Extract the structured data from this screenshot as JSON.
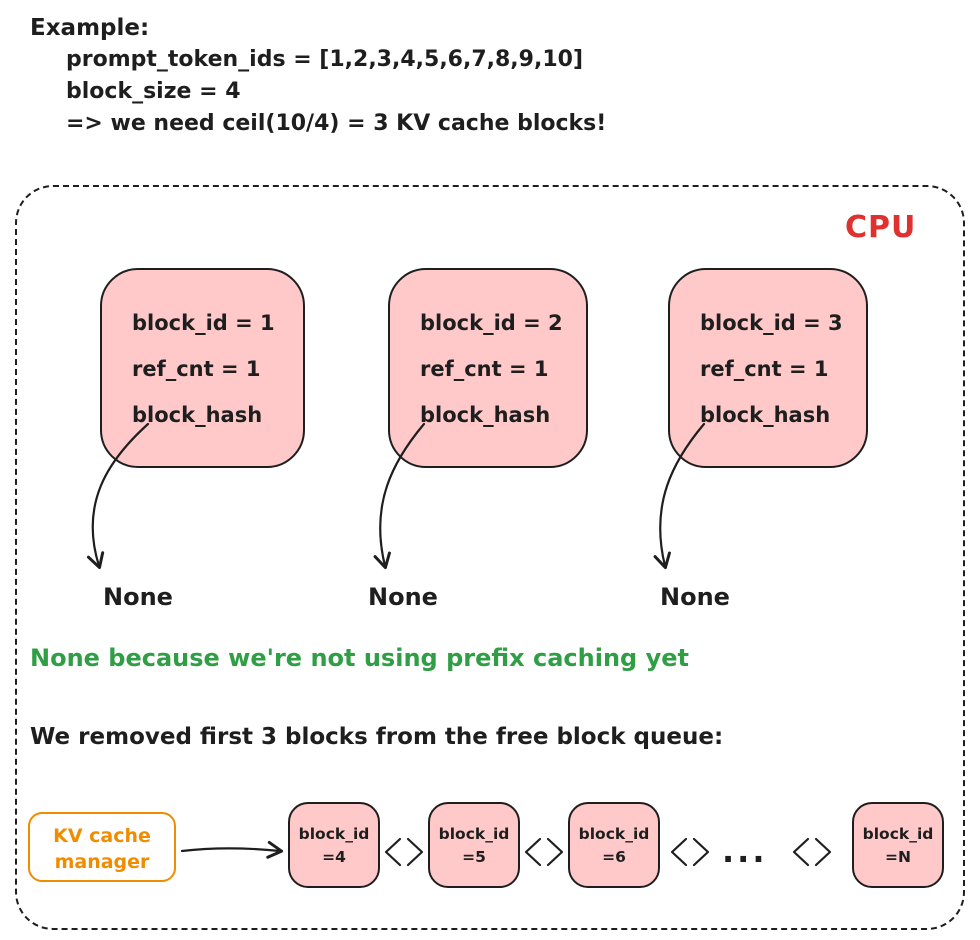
{
  "example": {
    "title": "Example:",
    "lines": [
      "prompt_token_ids = [1,2,3,4,5,6,7,8,9,10]",
      "block_size = 4",
      "=> we need ceil(10/4) = 3 KV cache blocks!"
    ]
  },
  "cpu": {
    "label": "CPU"
  },
  "blocks": [
    {
      "line1": "block_id = 1",
      "line2": "ref_cnt = 1",
      "line3": "block_hash",
      "pointer": "None"
    },
    {
      "line1": "block_id = 2",
      "line2": "ref_cnt = 1",
      "line3": "block_hash",
      "pointer": "None"
    },
    {
      "line1": "block_id = 3",
      "line2": "ref_cnt = 1",
      "line3": "block_hash",
      "pointer": "None"
    }
  ],
  "notes": {
    "prefix_note": "None because we're not using prefix caching yet",
    "queue_note": "We removed first 3 blocks from the free block queue:"
  },
  "queue": {
    "manager": {
      "line1": "KV cache",
      "line2": "manager"
    },
    "blocks": [
      {
        "line1": "block_id",
        "line2": "=4"
      },
      {
        "line1": "block_id",
        "line2": "=5"
      },
      {
        "line1": "block_id",
        "line2": "=6"
      },
      {
        "line1": "block_id",
        "line2": "=N"
      }
    ],
    "ellipsis": "..."
  },
  "colors": {
    "block_fill": "#ffc9c9",
    "stroke": "#1e1e1e",
    "cpu_label_red": "#e03131",
    "note_green": "#2f9e44",
    "manager_orange": "#f08c00"
  }
}
